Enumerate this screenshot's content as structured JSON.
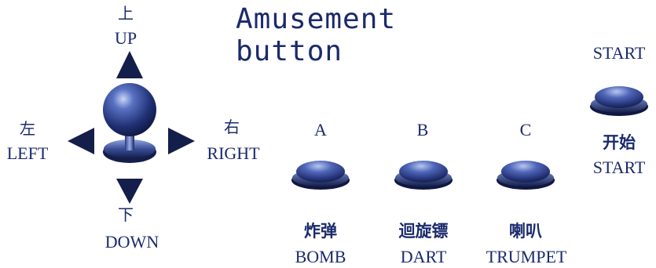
{
  "title": "Amusement button",
  "joystick": {
    "up_cn": "上",
    "up": "UP",
    "left_cn": "左",
    "left": "LEFT",
    "right_cn": "右",
    "right": "RIGHT",
    "down_cn": "下",
    "down": "DOWN"
  },
  "buttons": [
    {
      "letter": "A",
      "cn": "炸弹",
      "en": "BOMB"
    },
    {
      "letter": "B",
      "cn": "迴旋镖",
      "en": "DART"
    },
    {
      "letter": "C",
      "cn": "喇叭",
      "en": "TRUMPET"
    }
  ],
  "start": {
    "top": "START",
    "cn": "开始",
    "bottom": "START"
  },
  "colors": {
    "ink": "#1a2a6c",
    "button_dark": "#1b2a66",
    "button_light": "#8fa6e0"
  }
}
